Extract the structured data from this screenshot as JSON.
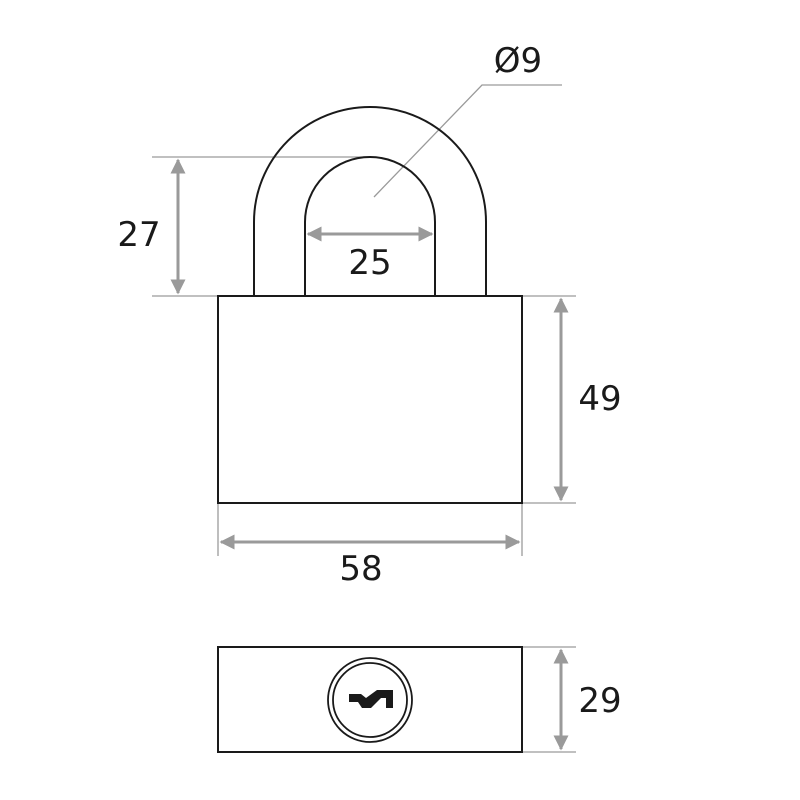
{
  "dimensions": {
    "shackle_diameter": "Ø9",
    "shackle_clearance_height": "27",
    "shackle_inner_width": "25",
    "body_height": "49",
    "body_width": "58",
    "body_thickness": "29"
  },
  "colors": {
    "outline": "#1a1a1a",
    "dimension": "#9a9a9a"
  }
}
